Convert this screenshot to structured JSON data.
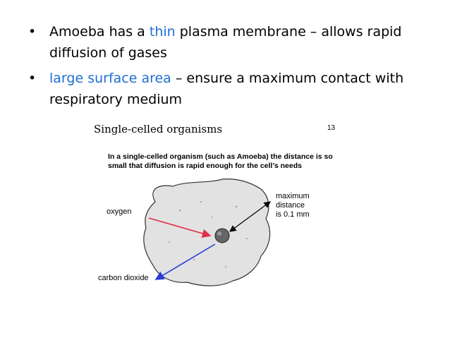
{
  "bullets": [
    {
      "marker": "•",
      "parts": [
        "Amoeba has a ",
        "thin",
        " plasma membrane – allows rapid diffusion of gases"
      ]
    },
    {
      "marker": "•",
      "parts": [
        "",
        "large surface area",
        " – ensure a maximum contact with respiratory medium"
      ]
    }
  ],
  "figure": {
    "title": "Single-celled organisms",
    "number": "13",
    "caption": "In a single-celled organism (such as Amoeba) the distance is so small that diffusion is rapid enough for the cell’s needs",
    "labels": {
      "max_line1": "maximum",
      "max_line2": "distance",
      "max_line3": "is 0.1 mm",
      "oxygen": "oxygen",
      "co2": "carbon dioxide"
    },
    "colors": {
      "oxygen_arrow": "#e0304a",
      "co2_arrow": "#2a3ad8",
      "cell_fill": "#e2e2e2"
    }
  }
}
